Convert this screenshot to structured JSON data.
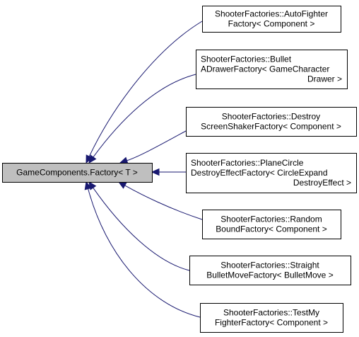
{
  "diagram": {
    "base": {
      "lines": [
        "GameComponents.Factory< T >"
      ]
    },
    "children": [
      {
        "lines": [
          "ShooterFactories::AutoFighter",
          "Factory< Component >"
        ]
      },
      {
        "lines": [
          "ShooterFactories::Bullet",
          "ADrawerFactory< GameCharacter",
          "Drawer >"
        ]
      },
      {
        "lines": [
          "ShooterFactories::Destroy",
          "ScreenShakerFactory< Component >"
        ]
      },
      {
        "lines": [
          "ShooterFactories::PlaneCircle",
          "DestroyEffectFactory< CircleExpand",
          "DestroyEffect >"
        ]
      },
      {
        "lines": [
          "ShooterFactories::Random",
          "BoundFactory< Component >"
        ]
      },
      {
        "lines": [
          "ShooterFactories::Straight",
          "BulletMoveFactory< BulletMove >"
        ]
      },
      {
        "lines": [
          "ShooterFactories::TestMy",
          "FighterFactory< Component >"
        ]
      }
    ],
    "colors": {
      "edge": "#191970",
      "base_fill": "#bfbfbf",
      "node_fill": "#ffffff",
      "border": "#000000"
    }
  }
}
